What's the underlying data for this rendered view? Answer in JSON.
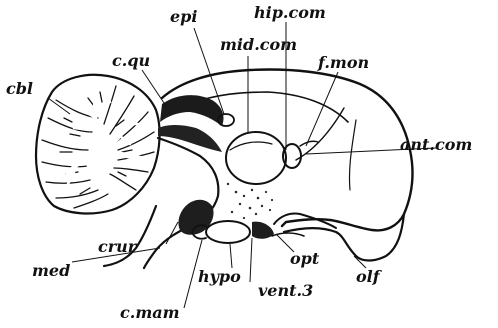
{
  "figure": {
    "labels": {
      "epi": "epi",
      "hip_com": "hip.com",
      "mid_com": "mid.com",
      "c_qu": "c.qu",
      "f_mon": "f.mon",
      "cbl": "cbl",
      "ant_com": "ant.com",
      "crur": "crur",
      "med": "med",
      "opt": "opt",
      "hypo": "hypo",
      "olf": "olf",
      "vent_3": "vent.3",
      "c_mam": "c.mam"
    }
  }
}
